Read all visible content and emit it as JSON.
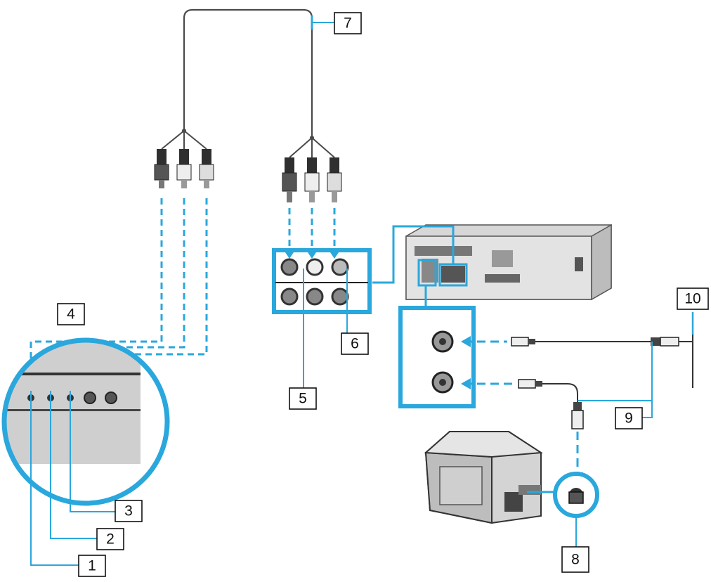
{
  "colors": {
    "accent_blue": "#2aa7dc",
    "cable": "#4a4a4a",
    "device_gray": "#c9c9c9",
    "device_dark": "#7a7a7a",
    "background": "#ffffff"
  },
  "callouts": {
    "c1": "1",
    "c2": "2",
    "c3": "3",
    "c4": "4",
    "c5": "5",
    "c6": "6",
    "c7": "7",
    "c8": "8",
    "c9": "9",
    "c10": "10"
  },
  "components": {
    "av_cable": "av-cable-icon",
    "computer_ports": "computer-port-closeup",
    "vcr": "vcr-icon",
    "rca_panel": "rca-input-panel",
    "rf_panel": "rf-antenna-panel",
    "tv": "television-icon",
    "antenna": "antenna-wall-lead"
  }
}
